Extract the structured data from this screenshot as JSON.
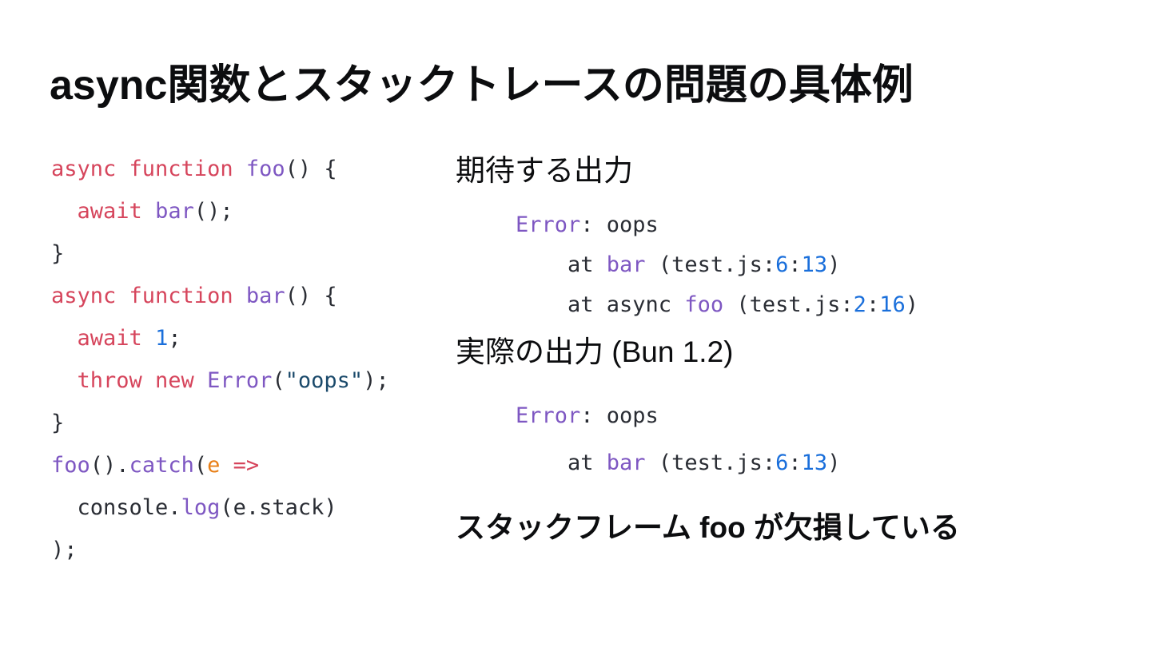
{
  "title": "async関数とスタックトレースの問題の具体例",
  "colors": {
    "kw": "#d6455c",
    "fn": "#7e57c2",
    "num": "#1a6fdb",
    "str": "#1b4a6b",
    "prm": "#e87f17",
    "pl": "#2a2d34"
  },
  "code": {
    "lines": [
      [
        {
          "t": "async function",
          "c": "kw"
        },
        {
          "t": " ",
          "c": "pl"
        },
        {
          "t": "foo",
          "c": "fn"
        },
        {
          "t": "() {",
          "c": "pl"
        }
      ],
      [
        {
          "t": "  ",
          "c": "pl"
        },
        {
          "t": "await",
          "c": "kw"
        },
        {
          "t": " ",
          "c": "pl"
        },
        {
          "t": "bar",
          "c": "fn"
        },
        {
          "t": "();",
          "c": "pl"
        }
      ],
      [
        {
          "t": "}",
          "c": "pl"
        }
      ],
      [
        {
          "t": "async function",
          "c": "kw"
        },
        {
          "t": " ",
          "c": "pl"
        },
        {
          "t": "bar",
          "c": "fn"
        },
        {
          "t": "() {",
          "c": "pl"
        }
      ],
      [
        {
          "t": "  ",
          "c": "pl"
        },
        {
          "t": "await",
          "c": "kw"
        },
        {
          "t": " ",
          "c": "pl"
        },
        {
          "t": "1",
          "c": "num"
        },
        {
          "t": ";",
          "c": "pl"
        }
      ],
      [
        {
          "t": "  ",
          "c": "pl"
        },
        {
          "t": "throw new",
          "c": "kw"
        },
        {
          "t": " ",
          "c": "pl"
        },
        {
          "t": "Error",
          "c": "fn"
        },
        {
          "t": "(",
          "c": "pl"
        },
        {
          "t": "\"oops\"",
          "c": "str"
        },
        {
          "t": ");",
          "c": "pl"
        }
      ],
      [
        {
          "t": "}",
          "c": "pl"
        }
      ],
      [
        {
          "t": "foo",
          "c": "fn"
        },
        {
          "t": "().",
          "c": "pl"
        },
        {
          "t": "catch",
          "c": "fn"
        },
        {
          "t": "(",
          "c": "pl"
        },
        {
          "t": "e",
          "c": "prm"
        },
        {
          "t": " ",
          "c": "pl"
        },
        {
          "t": "=>",
          "c": "kw"
        }
      ],
      [
        {
          "t": "  console.",
          "c": "pl"
        },
        {
          "t": "log",
          "c": "fn"
        },
        {
          "t": "(e.stack)",
          "c": "pl"
        }
      ],
      [
        {
          "t": ");",
          "c": "pl"
        }
      ]
    ]
  },
  "expected": {
    "heading": "期待する出力",
    "lines": [
      [
        {
          "t": "Error",
          "c": "fn"
        },
        {
          "t": ": oops",
          "c": "pl"
        }
      ],
      [
        {
          "t": "    at ",
          "c": "pl"
        },
        {
          "t": "bar",
          "c": "fn"
        },
        {
          "t": " (test.js:",
          "c": "pl"
        },
        {
          "t": "6",
          "c": "num"
        },
        {
          "t": ":",
          "c": "pl"
        },
        {
          "t": "13",
          "c": "num"
        },
        {
          "t": ")",
          "c": "pl"
        }
      ],
      [
        {
          "t": "    at async ",
          "c": "pl"
        },
        {
          "t": "foo",
          "c": "fn"
        },
        {
          "t": " (test.js:",
          "c": "pl"
        },
        {
          "t": "2",
          "c": "num"
        },
        {
          "t": ":",
          "c": "pl"
        },
        {
          "t": "16",
          "c": "num"
        },
        {
          "t": ")",
          "c": "pl"
        }
      ]
    ]
  },
  "actual": {
    "heading": "実際の出力 (Bun 1.2)",
    "lines": [
      [
        {
          "t": "Error",
          "c": "fn"
        },
        {
          "t": ": oops",
          "c": "pl"
        }
      ],
      [
        {
          "t": "    at ",
          "c": "pl"
        },
        {
          "t": "bar",
          "c": "fn"
        },
        {
          "t": " (test.js:",
          "c": "pl"
        },
        {
          "t": "6",
          "c": "num"
        },
        {
          "t": ":",
          "c": "pl"
        },
        {
          "t": "13",
          "c": "num"
        },
        {
          "t": ")",
          "c": "pl"
        }
      ]
    ]
  },
  "conclusion": "スタックフレーム foo が欠損している"
}
